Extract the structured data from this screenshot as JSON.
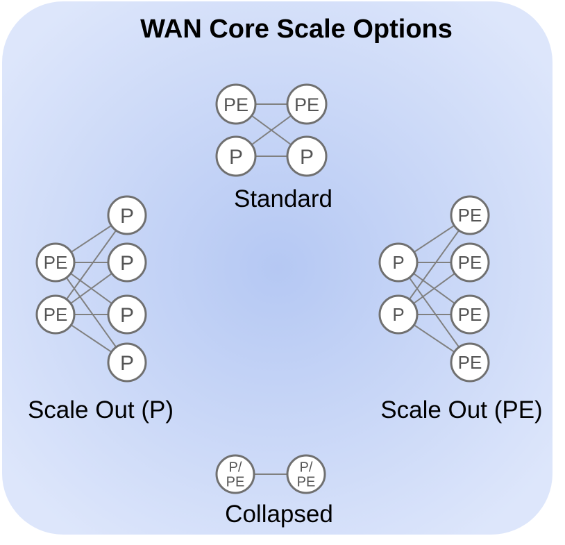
{
  "title": "WAN Core Scale Options",
  "colors": {
    "panel_center": "#b5c8f3",
    "panel_edge": "#dde6fb",
    "node_stroke": "#707070",
    "node_fill": "#ffffff",
    "node_text": "#555555",
    "link": "#808080"
  },
  "groups": {
    "standard": {
      "label": "Standard",
      "nodes": [
        "PE",
        "PE",
        "P",
        "P"
      ]
    },
    "scale_out_p": {
      "label": "Scale Out (P)",
      "nodes": [
        "PE",
        "PE",
        "P",
        "P",
        "P",
        "P"
      ]
    },
    "scale_out_pe": {
      "label": "Scale Out (PE)",
      "nodes": [
        "P",
        "P",
        "PE",
        "PE",
        "PE",
        "PE"
      ]
    },
    "collapsed": {
      "label": "Collapsed",
      "nodes": [
        "P/\nPE",
        "P/\nPE"
      ]
    }
  }
}
